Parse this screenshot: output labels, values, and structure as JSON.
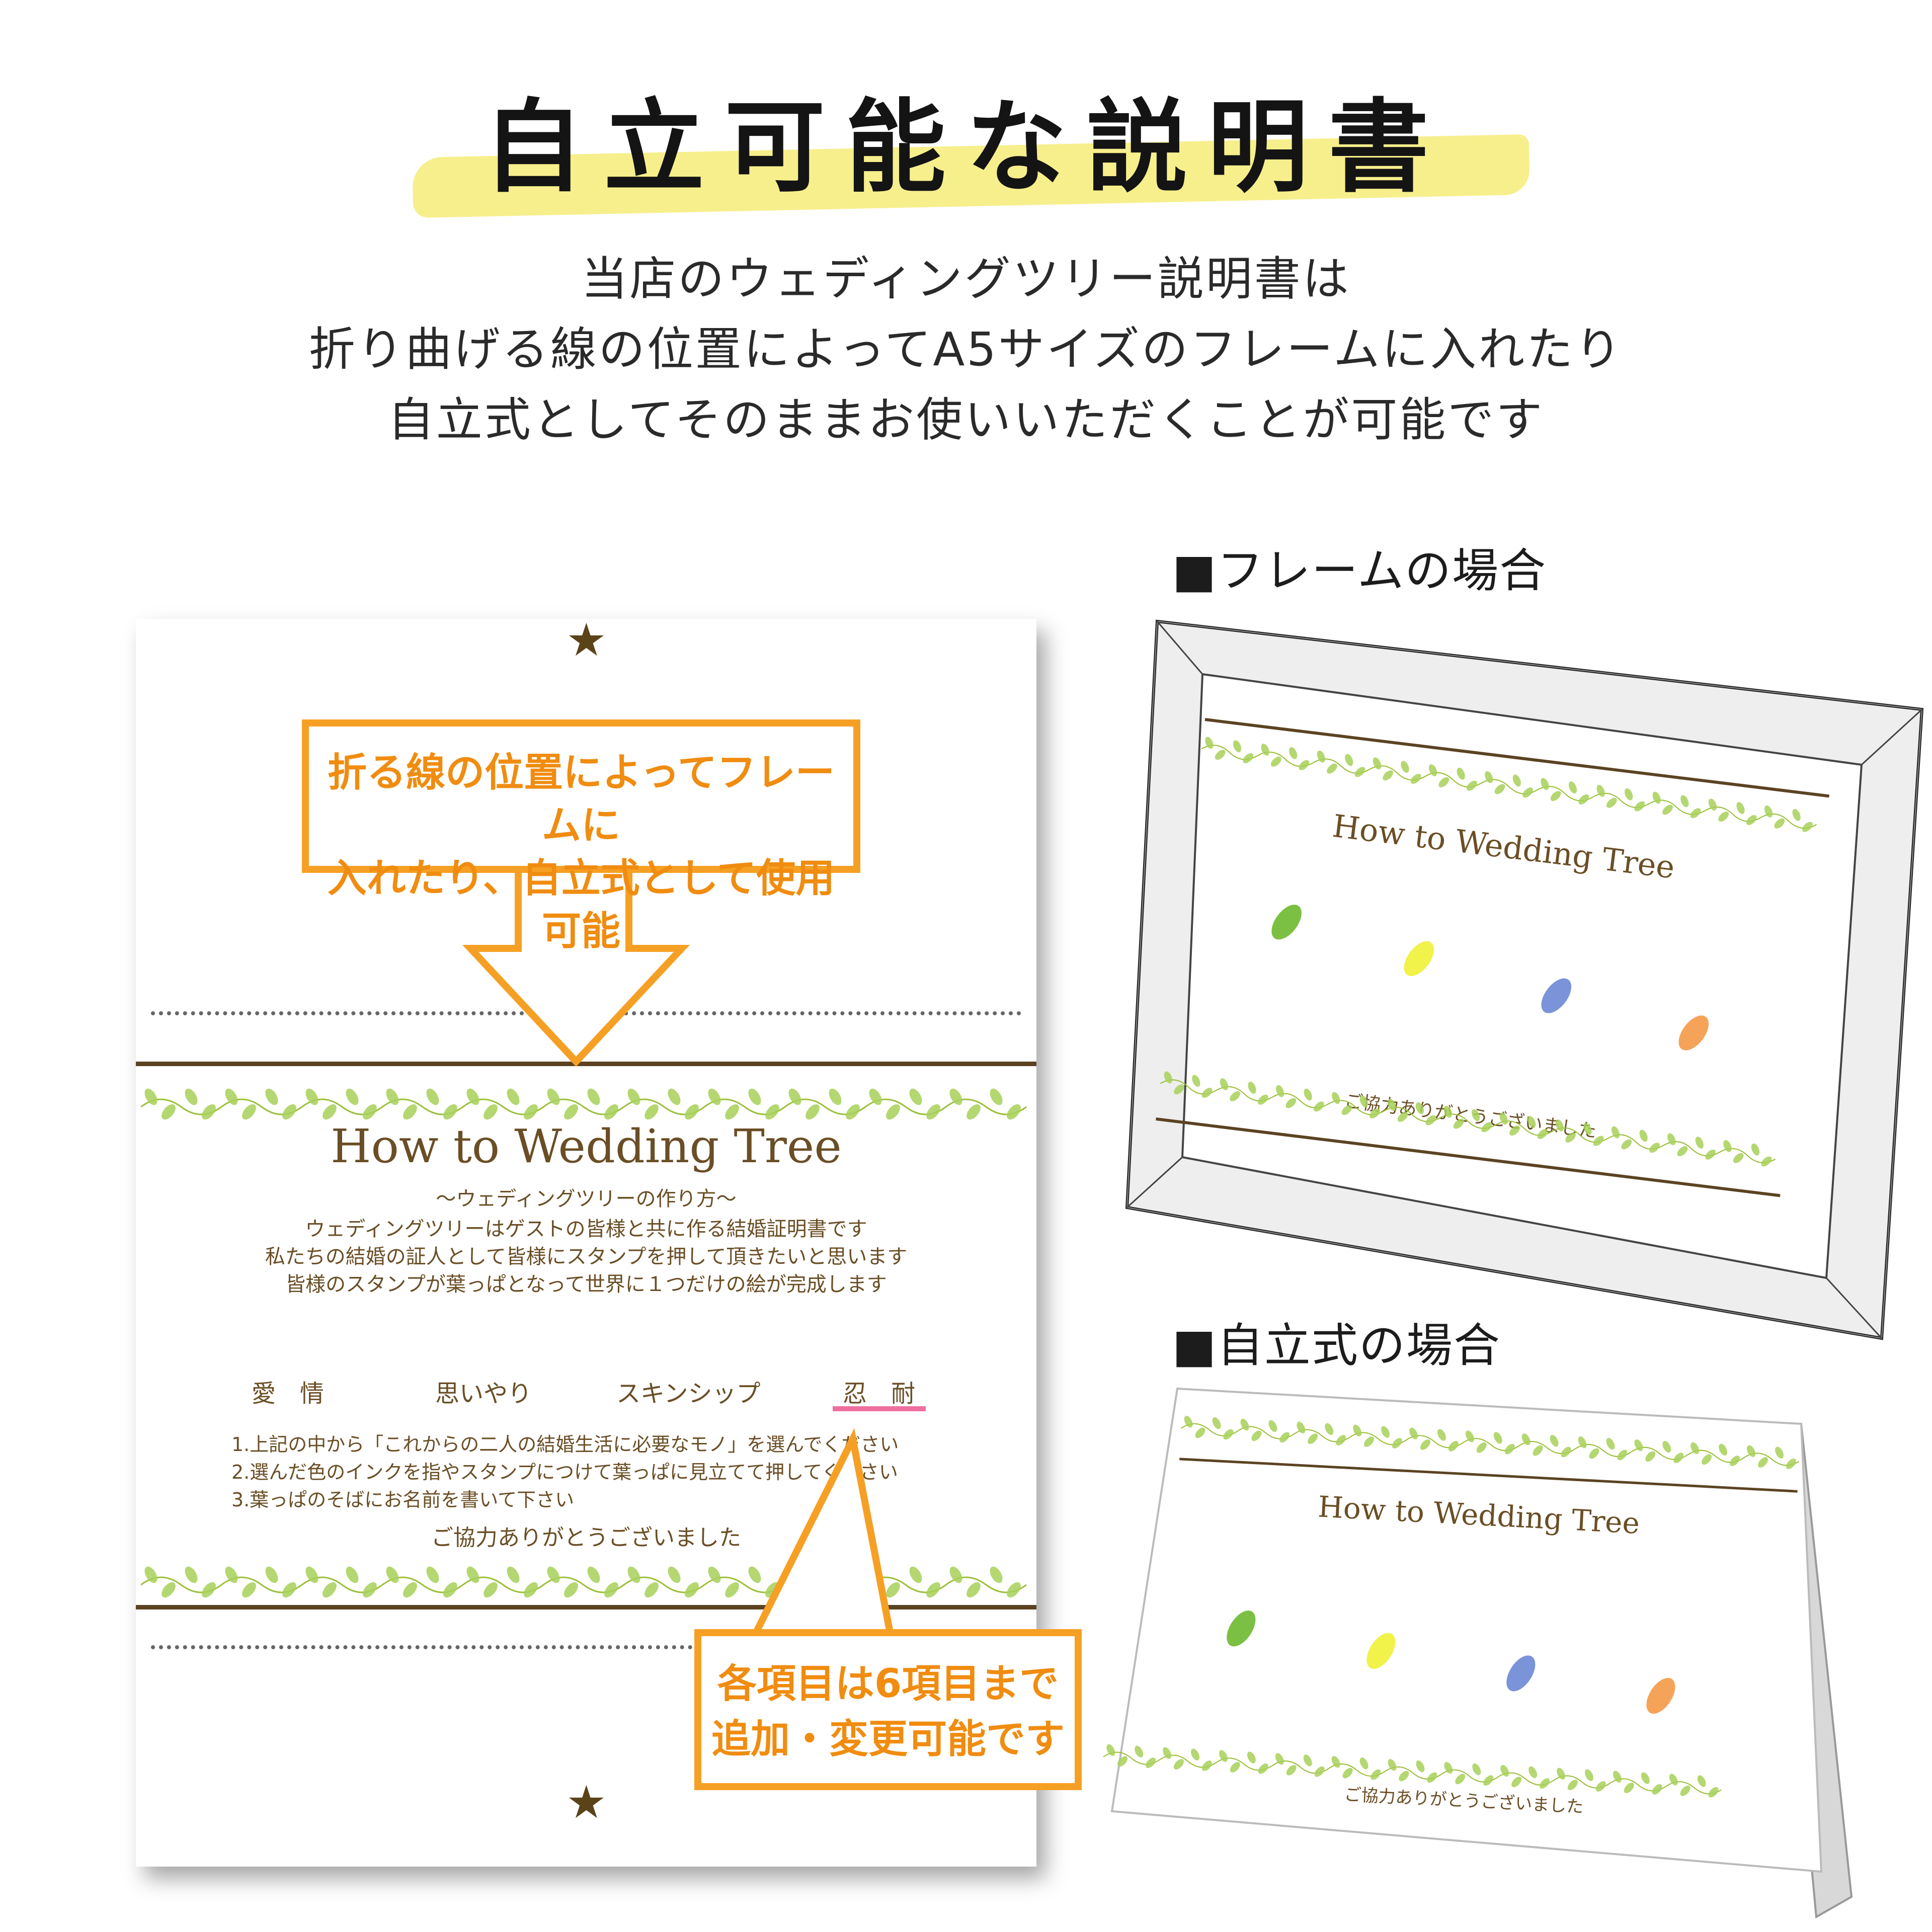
{
  "header": {
    "title": "自立可能な説明書",
    "intro_lines": [
      "当店のウェディングツリー説明書は",
      "折り曲げる線の位置によってA5サイズのフレームに入れたり",
      "自立式としてそのままお使いいただくことが可能です"
    ]
  },
  "sections": {
    "frame_label": "■フレームの場合",
    "stand_label": "■自立式の場合"
  },
  "callouts": {
    "fold": [
      "折る線の位置によってフレームに",
      "入れたり、自立式として使用可能"
    ],
    "items": [
      "各項目は6項目まで",
      "追加・変更可能です"
    ]
  },
  "card": {
    "title": "How to Wedding Tree",
    "subtitle": "～ウェディングツリーの作り方～",
    "desc": [
      "ウェディングツリーはゲストの皆様と共に作る結婚証明書です",
      "私たちの結婚の証人として皆様にスタンプを押して頂きたいと思います",
      "皆様のスタンプが葉っぱとなって世界に１つだけの絵が完成します"
    ],
    "items": [
      "愛　情",
      "思いやり",
      "スキンシップ",
      "忍　耐"
    ],
    "steps": [
      "1.上記の中から「これからの二人の結婚生活に必要なモノ」を選んでください",
      "2.選んだ色のインクを指やスタンプにつけて葉っぱに見立てて押してください",
      "3.葉っぱのそばにお名前を書いて下さい"
    ],
    "thanks": "ご協力ありがとうございました"
  },
  "colors": {
    "accent_orange": "#f5a024",
    "highlight_yellow": "#f7ef8c",
    "text_brown": "#6a4e25",
    "leaf_green": "#7cc043",
    "leaf_yellow": "#f1f24a",
    "leaf_blue": "#7b93d8",
    "leaf_orange": "#f6a35a",
    "underline_pink": "#ee6fa0"
  }
}
